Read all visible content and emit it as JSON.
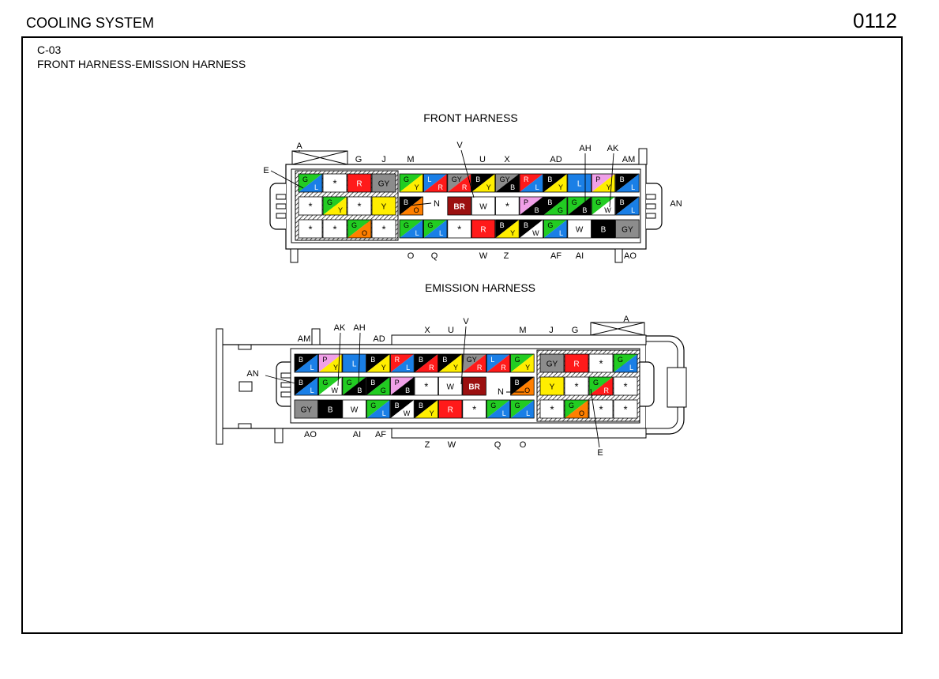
{
  "header": {
    "title": "COOLING SYSTEM",
    "page_number": "0112"
  },
  "connector": {
    "code": "C-03",
    "title": "FRONT HARNESS-EMISSION HARNESS"
  },
  "colors": {
    "B": "#000000",
    "W": "#ffffff",
    "R": "#ff1a1a",
    "G": "#22cc22",
    "Y": "#ffee00",
    "L": "#1a7fe6",
    "GY": "#8c8c8c",
    "O": "#ff7f00",
    "P": "#f0a0e8",
    "BR": "#9b1010"
  },
  "front_harness": {
    "title": "FRONT HARNESS",
    "rows": [
      [
        "G/L",
        "*",
        "R",
        "GY",
        "G/Y",
        "L/R",
        "GY/R",
        "B/Y",
        "GY/B",
        "R/L",
        "B/Y",
        "L",
        "P/Y",
        "B/L"
      ],
      [
        "*",
        "G/Y",
        "*",
        "Y",
        "B/O",
        "",
        "BR",
        "W",
        "*",
        "P/B",
        "B/G",
        "G/B",
        "G/W",
        "B/L"
      ],
      [
        "*",
        "*",
        "G/O",
        "*",
        "G/L",
        "G/L",
        "*",
        "R",
        "B/Y",
        "B/W",
        "G/L",
        "W",
        "B",
        "GY"
      ]
    ],
    "labels": {
      "top": [
        "A",
        "G",
        "J",
        "M",
        "V",
        "U",
        "X",
        "AD",
        "AH",
        "AK",
        "AM"
      ],
      "bottom": [
        "O",
        "Q",
        "W",
        "Z",
        "AF",
        "AI",
        "AO"
      ],
      "side": [
        "E",
        "N",
        "AN"
      ]
    }
  },
  "emission_harness": {
    "title": "EMISSION HARNESS",
    "rows": [
      [
        "B/L",
        "P/Y",
        "L",
        "B/Y",
        "R/L",
        "B/R",
        "B/Y",
        "GY/R",
        "L/R",
        "G/Y",
        "GY",
        "R",
        "*",
        "G/L"
      ],
      [
        "B/L",
        "G/W",
        "G/B",
        "B/G",
        "P/B",
        "*",
        "W",
        "BR",
        "",
        "B/O",
        "Y",
        "*",
        "G/R",
        "*"
      ],
      [
        "GY",
        "B",
        "W",
        "G/L",
        "B/W",
        "B/Y",
        "R",
        "*",
        "G/L",
        "G/L",
        "*",
        "G/O",
        "*",
        "*"
      ]
    ],
    "labels": {
      "top": [
        "AK",
        "AH",
        "V",
        "AM",
        "AD",
        "X",
        "U",
        "M",
        "J",
        "G",
        "A"
      ],
      "bottom": [
        "AO",
        "AI",
        "AF",
        "Z",
        "W",
        "Q",
        "O",
        "E"
      ],
      "side": [
        "AN",
        "N"
      ]
    }
  }
}
